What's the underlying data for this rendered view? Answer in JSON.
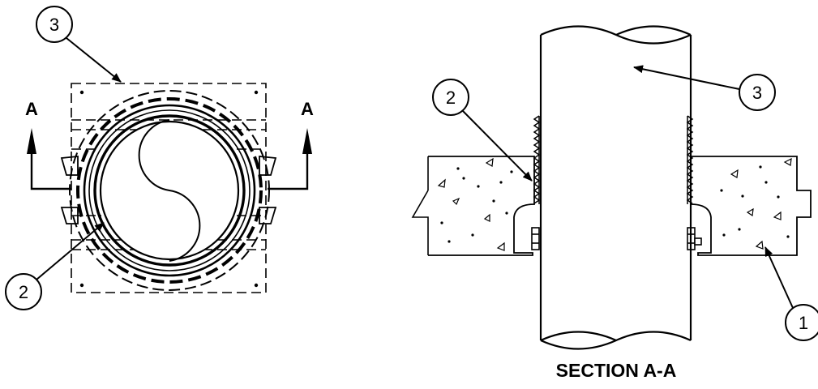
{
  "plan_view": {
    "section_marker_left": "A",
    "section_marker_right": "A",
    "callouts": [
      {
        "id": "callout-3-plan",
        "label": "3"
      },
      {
        "id": "callout-2-plan",
        "label": "2"
      }
    ]
  },
  "section_view": {
    "title": "SECTION A-A",
    "callouts": [
      {
        "id": "callout-2-section",
        "label": "2"
      },
      {
        "id": "callout-3-section",
        "label": "3"
      },
      {
        "id": "callout-1-section",
        "label": "1"
      }
    ]
  }
}
